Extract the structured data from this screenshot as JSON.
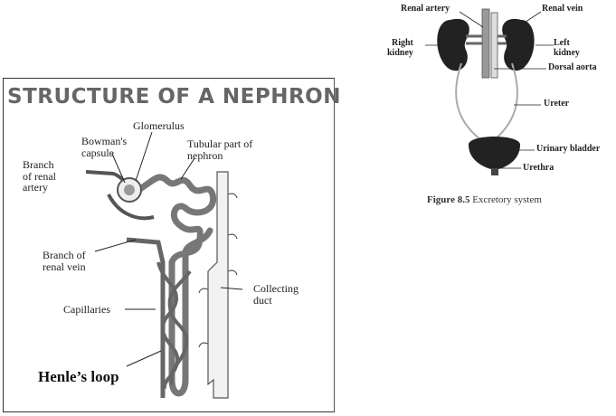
{
  "nephron": {
    "title": "STRUCTURE OF A NEPHRON",
    "labels": {
      "glomerulus": "Glomerulus",
      "bowmans_capsule": "Bowman's\ncapsule",
      "tubular_part": "Tubular part of\nnephron",
      "branch_renal_artery": "Branch\nof renal\nartery",
      "branch_renal_vein": "Branch of\nrenal vein",
      "collecting_duct": "Collecting\nduct",
      "capillaries": "Capillaries",
      "henles_loop": "Henle’s loop"
    }
  },
  "excretory": {
    "labels": {
      "renal_artery": "Renal artery",
      "renal_vein": "Renal vein",
      "right_kidney": "Right\nkidney",
      "left_kidney": "Left\nkidney",
      "dorsal_aorta": "Dorsal aorta",
      "ureter": "Ureter",
      "urinary_bladder": "Urinary bladder",
      "urethra": "Urethra"
    },
    "caption_number": "Figure 8.5",
    "caption_text": " Excretory system"
  }
}
